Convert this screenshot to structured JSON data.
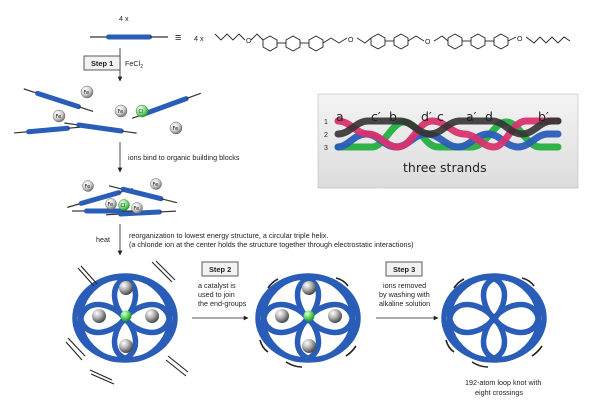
{
  "header": {
    "count_top": "4 x",
    "equiv_symbol": "≡",
    "count_right": "4 x"
  },
  "molecule": {
    "atom_o": "O"
  },
  "steps": {
    "step1": {
      "label": "Step 1",
      "reagent": "FeCl",
      "reagent_sub": "2"
    },
    "arrow2_caption": "ions bind to organic building blocks",
    "heat": "heat",
    "reorg_line1": "reorganization to lowest energy structure, a circular triple helix.",
    "reorg_line2": "(a chloride ion at the center holds the structure together through electrostatic interactions)",
    "step2": {
      "label": "Step 2",
      "text_line1": "a catalyst is",
      "text_line2": "used to join",
      "text_line3": "the end-groups"
    },
    "step3": {
      "label": "Step 3",
      "text_line1": "ions removed",
      "text_line2": "by washing with",
      "text_line3": "alkaline solution"
    }
  },
  "ions": {
    "iron": "Fe",
    "chloride": "Cl",
    "charge_iron": "2+",
    "charge_chloride": "-"
  },
  "strands_panel": {
    "row_numbers": [
      "1",
      "2",
      "3"
    ],
    "labels": [
      "a",
      "c′",
      "b",
      "d′",
      "c",
      "a′",
      "d",
      "b′"
    ],
    "caption": "three strands"
  },
  "result": {
    "caption_line1": "192-atom loop knot with",
    "caption_line2": "eight crossings"
  },
  "colors": {
    "strand_blue": "#2a5db8",
    "strand_green": "#2fb24a",
    "strand_pink": "#d9336f",
    "strand_black": "#333333",
    "chloride": "#4cd24c",
    "iron_grey": "#9a9a9a"
  }
}
